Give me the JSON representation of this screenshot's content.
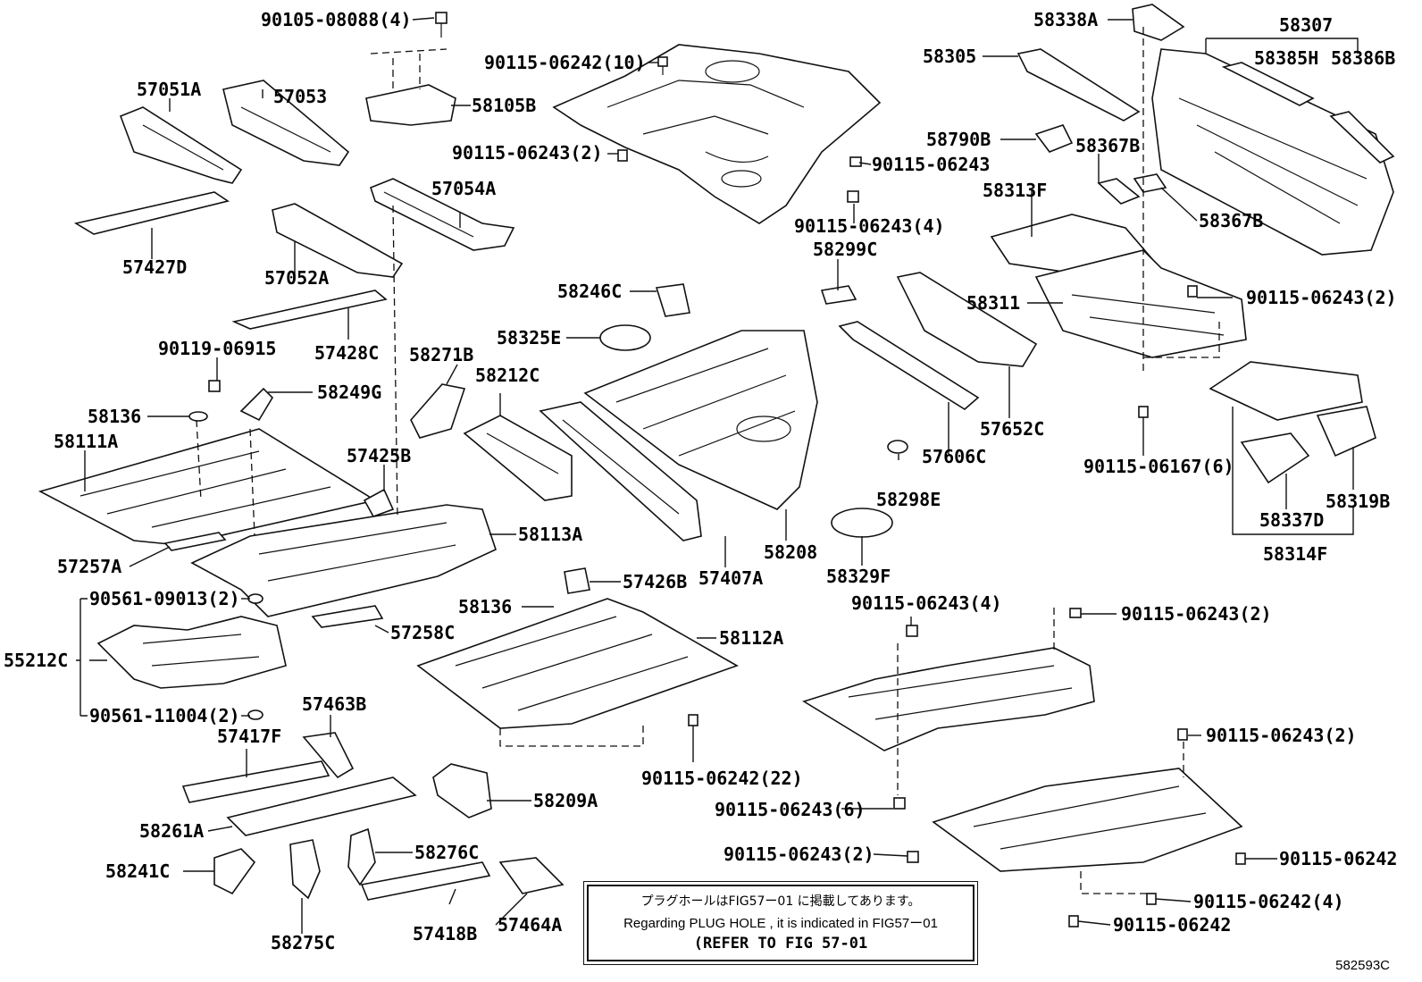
{
  "labels": {
    "l0": "90105-08088(4)",
    "l1": "90115-06242(10)",
    "l2": "58105B",
    "l3": "90115-06243(2)",
    "l4": "90115-06243",
    "l5": "90115-06243(4)",
    "l6": "58338A",
    "l7": "58307",
    "l8": "58305",
    "l9": "58385H",
    "l10": "58386B",
    "l11": "58790B",
    "l12": "58367B",
    "l13": "58313F",
    "l14": "58367B",
    "l15": "57051A",
    "l16": "57053",
    "l17": "57054A",
    "l18": "57427D",
    "l19": "57052A",
    "l20": "58299C",
    "l21": "58246C",
    "l22": "58311",
    "l23": "90115-06243(2)",
    "l24": "57428C",
    "l25": "90119-06915",
    "l26": "58325E",
    "l27": "58271B",
    "l28": "58212C",
    "l29": "58249G",
    "l30": "58136",
    "l31": "58111A",
    "l32": "57425B",
    "l33": "58113A",
    "l34": "57257A",
    "l35": "57652C",
    "l36": "57606C",
    "l37": "90115-06167(6)",
    "l38": "58298E",
    "l39": "58319B",
    "l40": "58337D",
    "l41": "58208",
    "l42": "58329F",
    "l43": "58314F",
    "l44": "57426B",
    "l45": "57407A",
    "l46": "90561-09013(2)",
    "l47": "58136",
    "l48": "58112A",
    "l49": "55212C",
    "l50": "57258C",
    "l51": "90115-06243(4)",
    "l52": "90115-06243(2)",
    "l53": "90561-11004(2)",
    "l54": "57463B",
    "l55": "57417F",
    "l56": "90115-06242(22)",
    "l57": "90115-06243(2)",
    "l58": "58209A",
    "l59": "90115-06243(6)",
    "l60": "58261A",
    "l61": "90115-06243(2)",
    "l62": "90115-06242",
    "l63": "58276C",
    "l64": "58241C",
    "l65": "90115-06242(4)",
    "l66": "57418B",
    "l67": "57464A",
    "l68": "58275C",
    "l69": "90115-06242"
  },
  "note": {
    "ja": "プラグホールはFIG57ー01 に掲載してあります。",
    "en": "Regarding  PLUG HOLE  , it is  indicated  in  FIG57ー01",
    "ref": "(REFER TO FIG 57-01"
  },
  "figure_code": "582593C"
}
